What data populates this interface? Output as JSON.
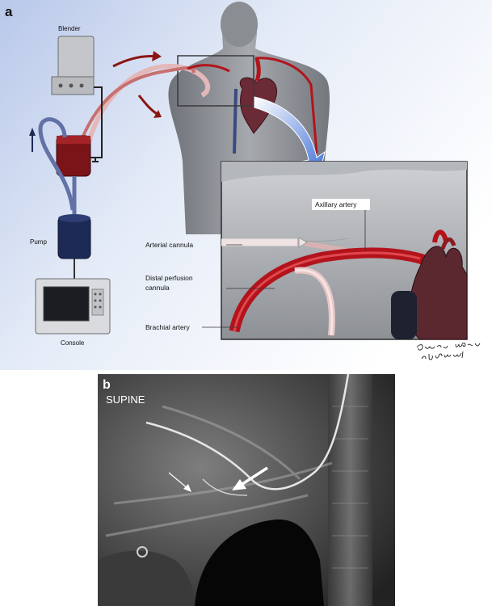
{
  "panel_a": {
    "letter": "a",
    "labels": {
      "blender": "Blender",
      "pump": "Pump",
      "console": "Console",
      "arterial_cannula": "Arterial cannula",
      "distal_perfusion_line1": "Distal perfusion",
      "distal_perfusion_line2": "cannula",
      "brachial_artery": "Brachial artery",
      "axillary_artery": "Axillary artery"
    },
    "signature": "Gwen Moack ndkriyak"
  },
  "panel_b": {
    "letter": "b",
    "label": "SUPINE"
  },
  "colors": {
    "artery_red": "#b3141c",
    "cannula_pink": "#e8c6c6",
    "pump_blue": "#1d2a55",
    "body_gray": "#8c8f95",
    "background_blue": "#c9d6ef"
  }
}
